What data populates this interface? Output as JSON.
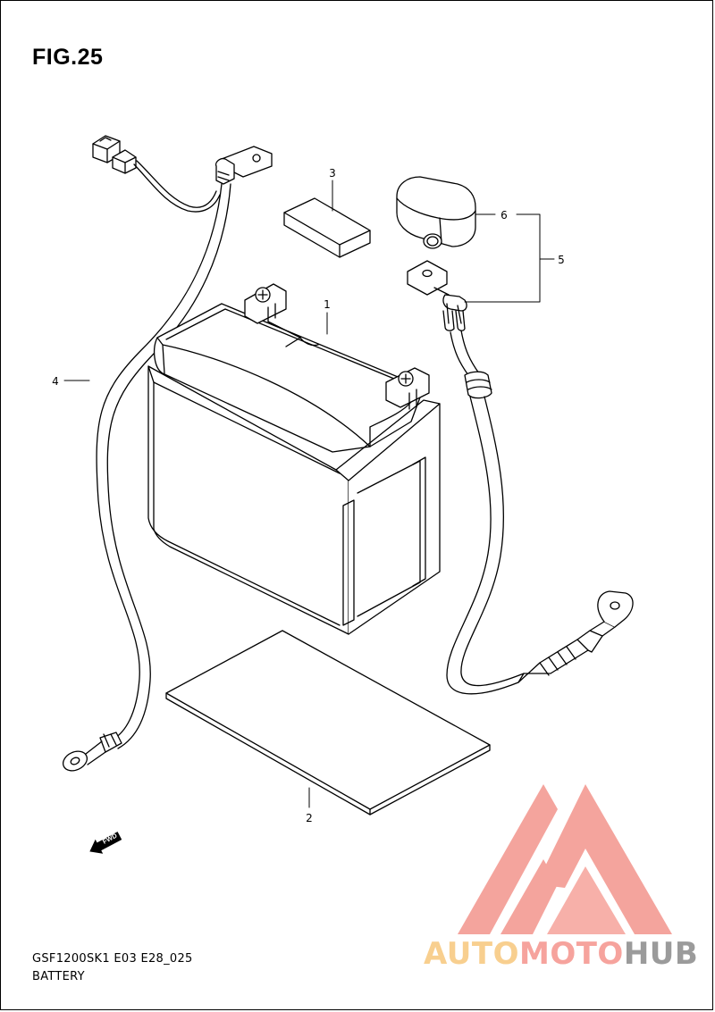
{
  "figure": {
    "title": "FIG.25"
  },
  "callouts": [
    {
      "id": "battery",
      "label": "1"
    },
    {
      "id": "spacer-mat",
      "label": "2"
    },
    {
      "id": "pad",
      "label": "3"
    },
    {
      "id": "negative-lead",
      "label": "4"
    },
    {
      "id": "positive-lead-assy",
      "label": "5"
    },
    {
      "id": "terminal-cap",
      "label": "6"
    }
  ],
  "direction_marker": {
    "label": "FWD",
    "icon": "fwd-arrow-icon"
  },
  "footer": {
    "code": "GSF1200SK1 E03 E28_025",
    "name": "BATTERY"
  },
  "watermark": {
    "logo_icon": "automotohub-triangle-logo",
    "parts": [
      "AUTO",
      "MOTO",
      "HUB"
    ],
    "colors": {
      "auto": "#f8cf8f",
      "moto": "#f6a39d",
      "hub": "#9b9b9b",
      "logo": "#f28b82"
    }
  }
}
